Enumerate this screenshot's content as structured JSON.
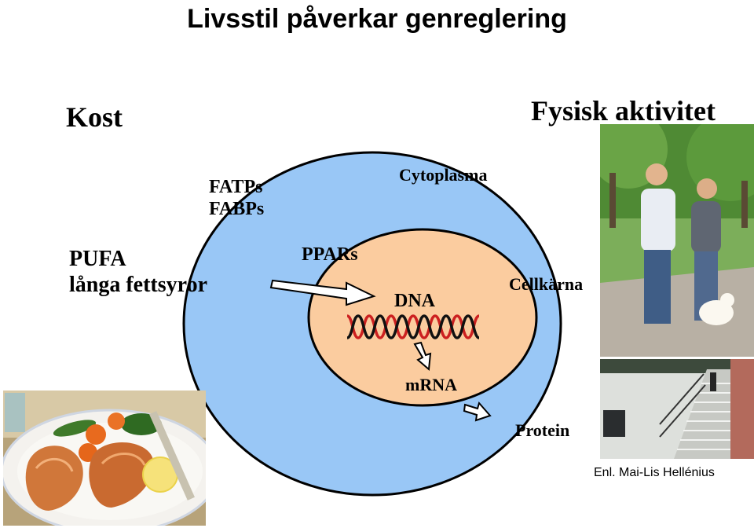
{
  "title": "Livsstil påverkar genreglering",
  "left_heading": "Kost",
  "right_heading": "Fysisk aktivitet",
  "cell": {
    "cytoplasm_label": "Cytoplasma",
    "nucleus_label": "Cellkärna",
    "transport_labels": [
      "FATPs",
      "FABPs"
    ],
    "receptor_label": "PPARs",
    "dna_label": "DNA",
    "mrna_label": "mRNA",
    "protein_label": "Protein"
  },
  "input_labels": [
    "PUFA",
    "långa fettsyror"
  ],
  "credit": "Enl. Mai-Lis Hellénius",
  "colors": {
    "cytoplasm": "#99c7f6",
    "nucleus": "#fbcc9f",
    "outline": "#000000",
    "dna_strand_a": "#cc2020",
    "dna_strand_b": "#111111"
  },
  "images": {
    "food_photo": "salmon-plate-photo",
    "walking_photo": "couple-walking-dog-photo",
    "stairs_photo": "person-on-stairs-photo"
  }
}
